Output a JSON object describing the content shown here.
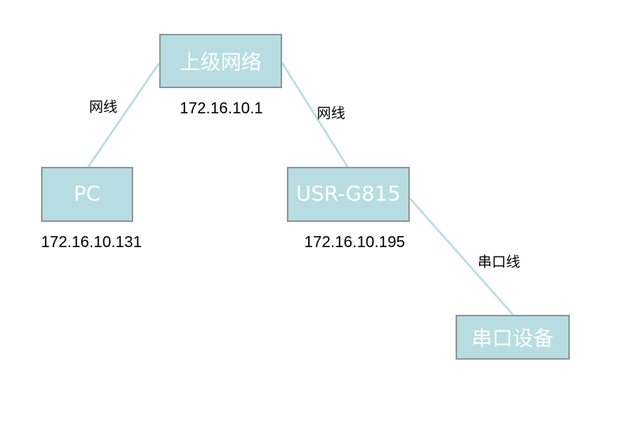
{
  "nodes": {
    "upstream": {
      "label": "上级网络"
    },
    "pc": {
      "label": "PC"
    },
    "g815": {
      "label": "USR-G815"
    },
    "serial_device": {
      "label": "串口设备"
    }
  },
  "ips": {
    "upstream": "172.16.10.1",
    "pc": "172.16.10.131",
    "g815": "172.16.10.195"
  },
  "links": {
    "upstream_pc": "网线",
    "upstream_g815": "网线",
    "g815_serial": "串口线"
  },
  "colors": {
    "node_fill": "#b7dde2",
    "node_border": "#8d9a9c",
    "node_text": "#ffffff",
    "link_line": "#b7dde2",
    "label_text": "#000000"
  }
}
